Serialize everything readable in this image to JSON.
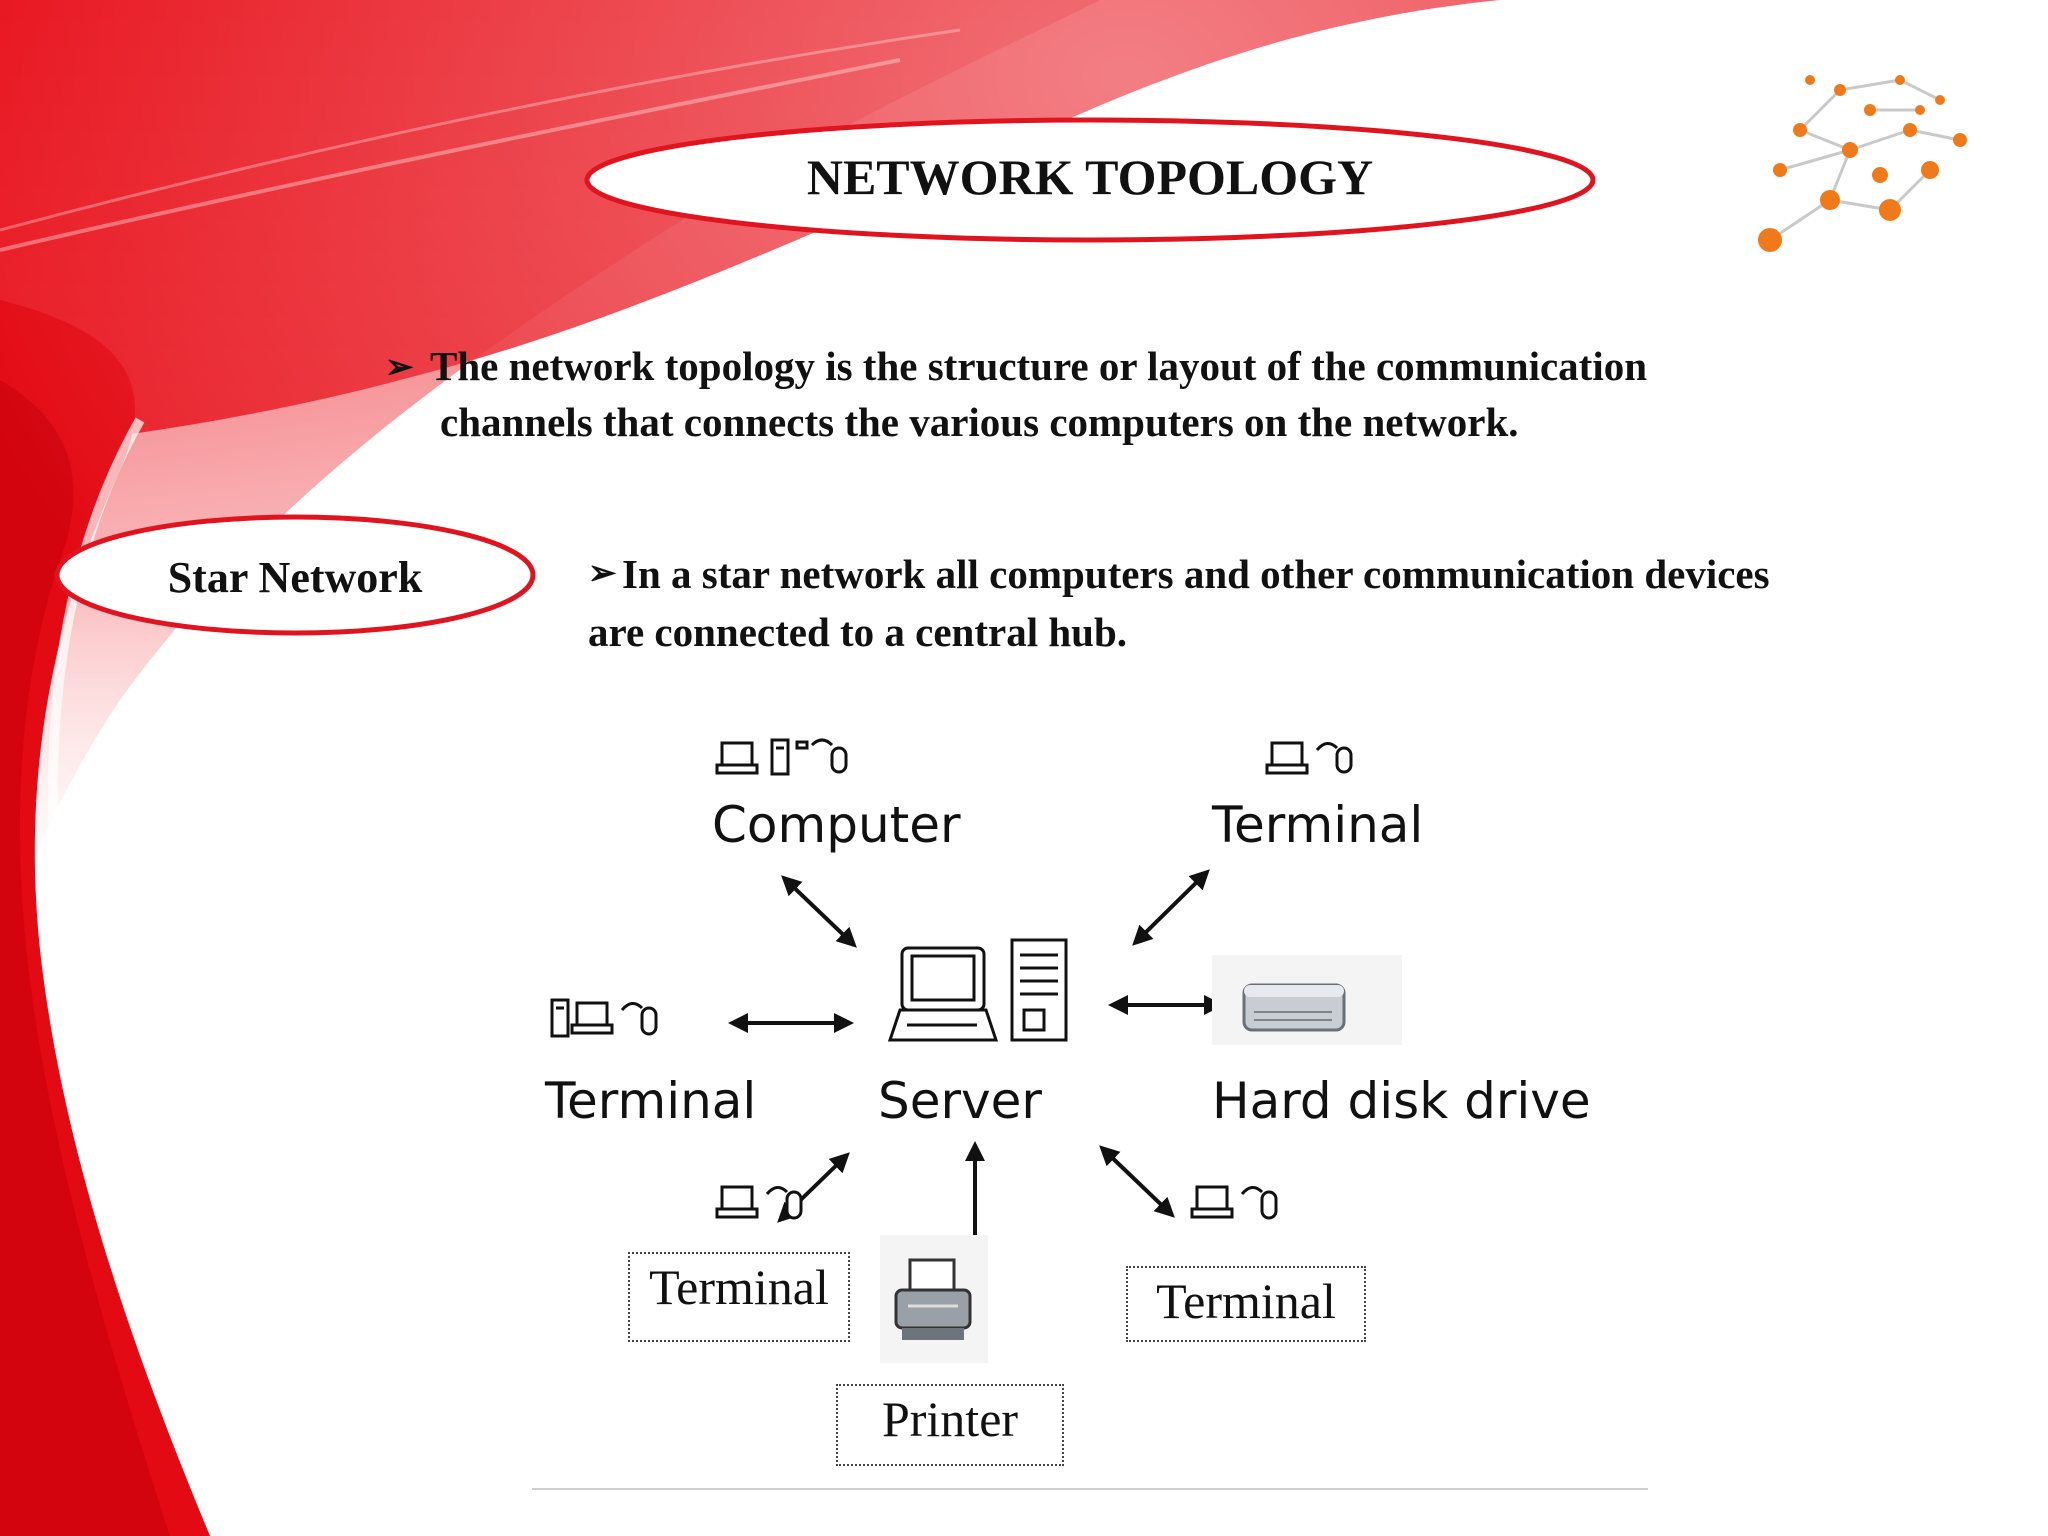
{
  "slide": {
    "title": "NETWORK TOPOLOGY",
    "intro_marker": "➢",
    "intro_line1": "The network topology is the structure or layout of the communication",
    "intro_line2": "channels that connects the various computers on the network.",
    "section_label": "Star Network",
    "star_marker": "➢",
    "star_line1": "In a star network all computers and other communication devices",
    "star_line2": "are connected to a central hub."
  },
  "diagram": {
    "nodes": {
      "computer": "Computer",
      "terminal_top_right": "Terminal",
      "terminal_left": "Terminal",
      "server": "Server",
      "hard_disk": "Hard disk drive",
      "terminal_bottom_left": "Terminal",
      "terminal_bottom_right": "Terminal",
      "printer": "Printer"
    }
  },
  "colors": {
    "accent": "#e8131c",
    "oval_border": "#e0141e",
    "text": "#111111"
  }
}
